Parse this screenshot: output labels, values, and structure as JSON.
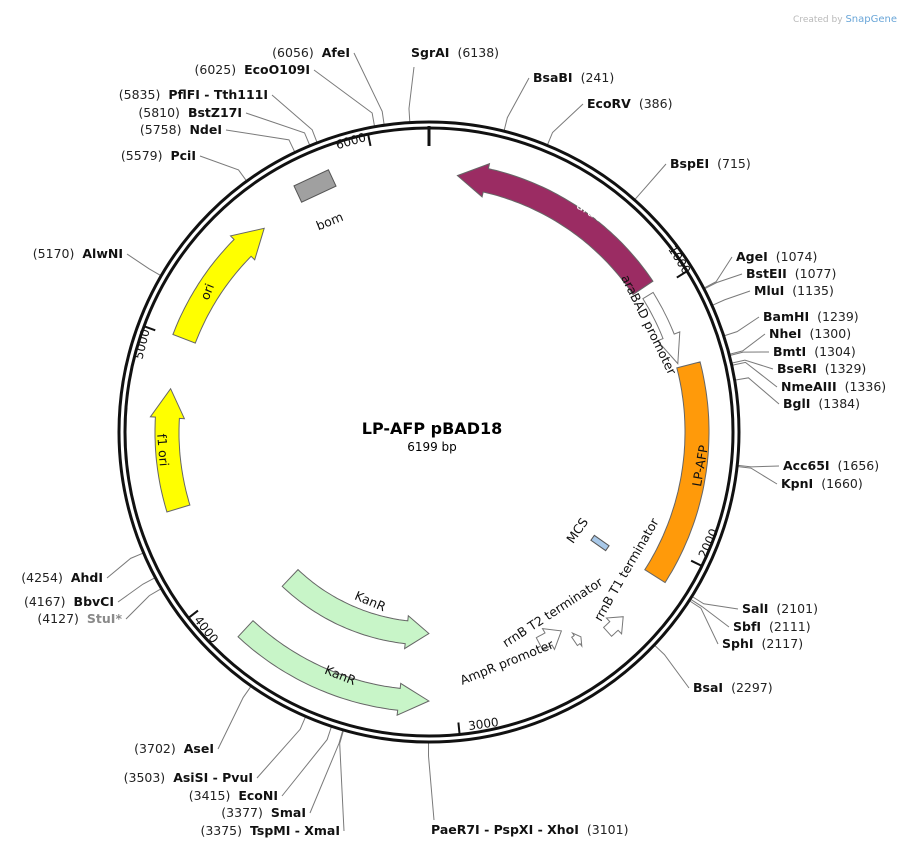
{
  "watermark": {
    "prefix": "Created by",
    "brand": "SnapGene"
  },
  "plasmid": {
    "name": "LP-AFP pBAD18",
    "length_label": "6199 bp",
    "length": 6199
  },
  "ticks": [
    "1000",
    "2000",
    "3000",
    "4000",
    "5000",
    "6000"
  ],
  "features": [
    {
      "label": "araC",
      "start": 109,
      "end": 965,
      "direction": -1,
      "color": "#9b2c63",
      "text_color": "#ffffff"
    },
    {
      "label": "araBAD promoter",
      "start": 1000,
      "end": 1285,
      "direction": 1,
      "color": "#ffffff",
      "text_color": "#111111"
    },
    {
      "label": "LP-AFP",
      "start": 1300,
      "end": 2110,
      "direction": 0,
      "color": "#ff9a0a",
      "text_color": "#111111"
    },
    {
      "label": "MCS",
      "start": 2080,
      "end": 2140,
      "direction": 0,
      "color": "#a8c8e8",
      "text_color": "#111111"
    },
    {
      "label": "rrnB T1 terminator",
      "start": 2300,
      "end": 2380,
      "direction": -1,
      "color": "#ffffff",
      "text_color": "#111111"
    },
    {
      "label": "rrnB T2 terminator",
      "start": 2470,
      "end": 2500,
      "direction": -1,
      "color": "#ffffff",
      "text_color": "#111111"
    },
    {
      "label": "AmpR promoter",
      "start": 2520,
      "end": 2625,
      "direction": -1,
      "color": "#ffffff",
      "text_color": "#111111"
    },
    {
      "label": "KanR",
      "start": 3100,
      "end": 3850,
      "direction": -1,
      "color": "#c8f5c8",
      "text_color": "#111111"
    },
    {
      "label": "KanR",
      "start": 3100,
      "end": 3840,
      "direction": -1,
      "color": "#c8f5c8",
      "text_color": "#111111"
    },
    {
      "label": "f1 ori",
      "start": 4357,
      "end": 4813,
      "direction": 1,
      "color": "#ffff00",
      "text_color": "#111111"
    },
    {
      "label": "ori",
      "start": 5008,
      "end": 5528,
      "direction": 1,
      "color": "#ffff00",
      "text_color": "#111111"
    },
    {
      "label": "bom",
      "start": 5720,
      "end": 5830,
      "direction": 0,
      "color": "#a0a0a0",
      "text_color": "#111111"
    }
  ],
  "enzymes": [
    {
      "name": "BsaBI",
      "position": 241,
      "position_label": "(241)"
    },
    {
      "name": "EcoRV",
      "position": 386,
      "position_label": "(386)"
    },
    {
      "name": "BspEI",
      "position": 715,
      "position_label": "(715)"
    },
    {
      "name": "AgeI",
      "position": 1074,
      "position_label": "(1074)"
    },
    {
      "name": "BstEII",
      "position": 1077,
      "position_label": "(1077)"
    },
    {
      "name": "MluI",
      "position": 1135,
      "position_label": "(1135)"
    },
    {
      "name": "BamHI",
      "position": 1239,
      "position_label": "(1239)"
    },
    {
      "name": "NheI",
      "position": 1300,
      "position_label": "(1300)"
    },
    {
      "name": "BmtI",
      "position": 1304,
      "position_label": "(1304)"
    },
    {
      "name": "BseRI",
      "position": 1329,
      "position_label": "(1329)"
    },
    {
      "name": "NmeAIII",
      "position": 1336,
      "position_label": "(1336)"
    },
    {
      "name": "BglI",
      "position": 1384,
      "position_label": "(1384)"
    },
    {
      "name": "Acc65I",
      "position": 1656,
      "position_label": "(1656)"
    },
    {
      "name": "KpnI",
      "position": 1660,
      "position_label": "(1660)"
    },
    {
      "name": "SalI",
      "position": 2101,
      "position_label": "(2101)"
    },
    {
      "name": "SbfI",
      "position": 2111,
      "position_label": "(2111)"
    },
    {
      "name": "SphI",
      "position": 2117,
      "position_label": "(2117)"
    },
    {
      "name": "BsaI",
      "position": 2297,
      "position_label": "(2297)"
    },
    {
      "name": "PaeR7I - PspXI - XhoI",
      "position": 3101,
      "position_label": "(3101)"
    },
    {
      "name": "TspMI - XmaI",
      "position": 3375,
      "position_label": "(3375)"
    },
    {
      "name": "SmaI",
      "position": 3377,
      "position_label": "(3377)"
    },
    {
      "name": "EcoNI",
      "position": 3415,
      "position_label": "(3415)"
    },
    {
      "name": "AsiSI - PvuI",
      "position": 3503,
      "position_label": "(3503)"
    },
    {
      "name": "AseI",
      "position": 3702,
      "position_label": "(3702)"
    },
    {
      "name": "StuI*",
      "position": 4127,
      "position_label": "(4127)",
      "dimmed": true
    },
    {
      "name": "BbvCI",
      "position": 4167,
      "position_label": "(4167)"
    },
    {
      "name": "AhdI",
      "position": 4254,
      "position_label": "(4254)"
    },
    {
      "name": "AlwNI",
      "position": 5170,
      "position_label": "(5170)"
    },
    {
      "name": "PciI",
      "position": 5579,
      "position_label": "(5579)"
    },
    {
      "name": "NdeI",
      "position": 5758,
      "position_label": "(5758)"
    },
    {
      "name": "BstZ17I",
      "position": 5810,
      "position_label": "(5810)"
    },
    {
      "name": "PflFI - Tth111I",
      "position": 5835,
      "position_label": "(5835)"
    },
    {
      "name": "EcoO109I",
      "position": 6025,
      "position_label": "(6025)"
    },
    {
      "name": "AfeI",
      "position": 6056,
      "position_label": "(6056)"
    },
    {
      "name": "SgrAI",
      "position": 6138,
      "position_label": "(6138)"
    }
  ]
}
